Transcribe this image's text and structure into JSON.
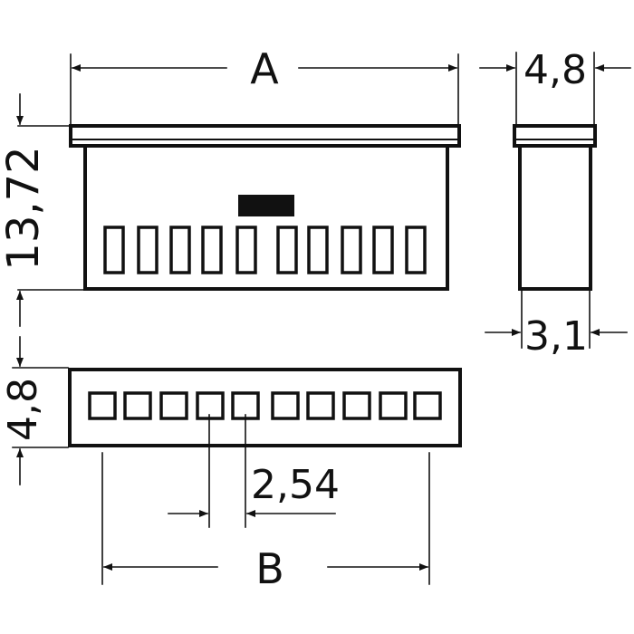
{
  "labels": {
    "width_a": "A",
    "width_b": "B",
    "height": "13,72",
    "depth_top": "4,8",
    "depth_left": "4,8",
    "depth_bottom": "3,1",
    "pitch": "2,54"
  },
  "views": {
    "front_pin_count": 10,
    "bottom_pin_count": 10
  },
  "colors": {
    "ink": "#111111",
    "background": "#ffffff"
  }
}
